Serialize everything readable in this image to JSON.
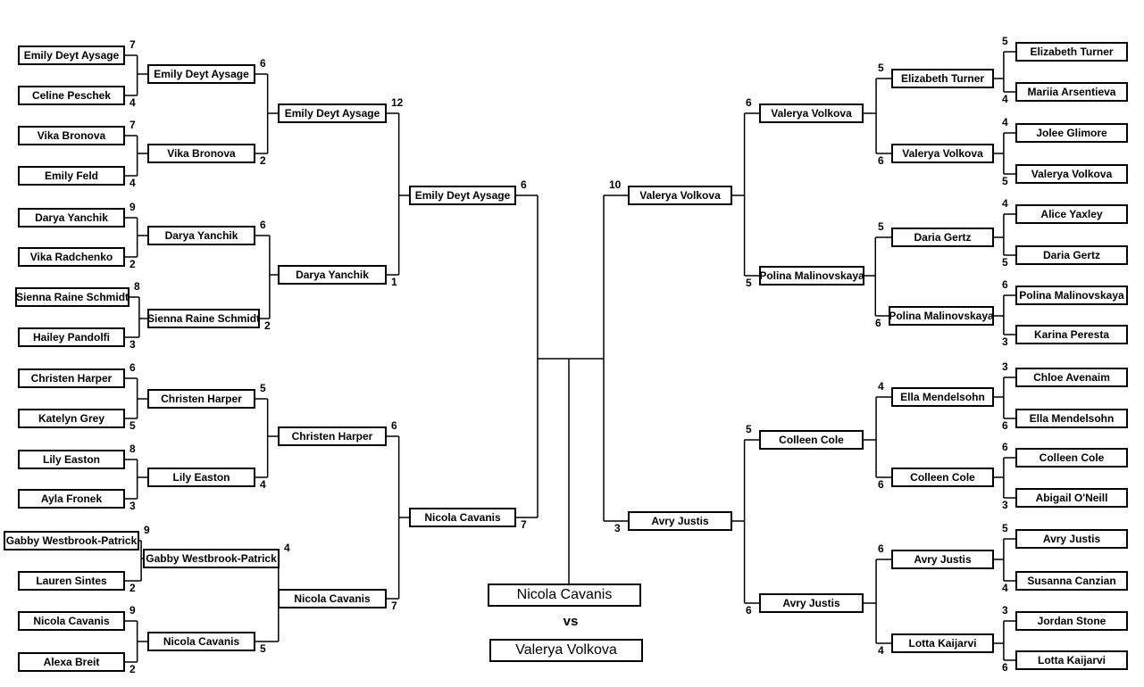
{
  "rounds": {
    "left": {
      "r1": [
        {
          "name": "Emily Deyt Aysage",
          "score": "7"
        },
        {
          "name": "Celine Peschek",
          "score": "4"
        },
        {
          "name": "Vika Bronova",
          "score": "7"
        },
        {
          "name": "Emily Feld",
          "score": "4"
        },
        {
          "name": "Darya Yanchik",
          "score": "9"
        },
        {
          "name": "Vika Radchenko",
          "score": "2"
        },
        {
          "name": "Sienna Raine Schmidt",
          "score": "8"
        },
        {
          "name": "Hailey Pandolfi",
          "score": "3"
        },
        {
          "name": "Christen Harper",
          "score": "6"
        },
        {
          "name": "Katelyn Grey",
          "score": "5"
        },
        {
          "name": "Lily Easton",
          "score": "8"
        },
        {
          "name": "Ayla Fronek",
          "score": "3"
        },
        {
          "name": "Gabby Westbrook-Patrick",
          "score": "9"
        },
        {
          "name": "Lauren Sintes",
          "score": "2"
        },
        {
          "name": "Nicola Cavanis",
          "score": "9"
        },
        {
          "name": "Alexa Breit",
          "score": "2"
        }
      ],
      "r2": [
        {
          "name": "Emily Deyt Aysage",
          "score": "6"
        },
        {
          "name": "Vika Bronova",
          "score": "2"
        },
        {
          "name": "Darya Yanchik",
          "score": "6"
        },
        {
          "name": "Sienna Raine Schmidt",
          "score": "2"
        },
        {
          "name": "Christen Harper",
          "score": "5"
        },
        {
          "name": "Lily Easton",
          "score": "4"
        },
        {
          "name": "Gabby Westbrook-Patrick",
          "score": "4"
        },
        {
          "name": "Nicola Cavanis",
          "score": "5"
        }
      ],
      "r3": [
        {
          "name": "Emily Deyt Aysage",
          "score": "12"
        },
        {
          "name": "Darya Yanchik",
          "score": "1"
        },
        {
          "name": "Christen Harper",
          "score": "6"
        },
        {
          "name": "Nicola Cavanis",
          "score": "7"
        }
      ],
      "r4": [
        {
          "name": "Emily Deyt Aysage",
          "score": "6"
        },
        {
          "name": "Nicola Cavanis",
          "score": "7"
        }
      ]
    },
    "right": {
      "r1": [
        {
          "name": "Elizabeth Turner",
          "score": "5"
        },
        {
          "name": "Mariia Arsentieva",
          "score": "4"
        },
        {
          "name": "Jolee Glimore",
          "score": "4"
        },
        {
          "name": "Valerya Volkova",
          "score": "5"
        },
        {
          "name": "Alice Yaxley",
          "score": "4"
        },
        {
          "name": "Daria Gertz",
          "score": "5"
        },
        {
          "name": "Polina Malinovskaya",
          "score": "6"
        },
        {
          "name": "Karina Peresta",
          "score": "3"
        },
        {
          "name": "Chloe Avenaim",
          "score": "3"
        },
        {
          "name": "Ella Mendelsohn",
          "score": "6"
        },
        {
          "name": "Colleen Cole",
          "score": "6"
        },
        {
          "name": "Abigail O'Neill",
          "score": "3"
        },
        {
          "name": "Avry Justis",
          "score": "5"
        },
        {
          "name": "Susanna Canzian",
          "score": "4"
        },
        {
          "name": "Jordan Stone",
          "score": "3"
        },
        {
          "name": "Lotta Kaijarvi",
          "score": "6"
        }
      ],
      "r2": [
        {
          "name": "Elizabeth Turner",
          "score": "5"
        },
        {
          "name": "Valerya Volkova",
          "score": "6"
        },
        {
          "name": "Daria Gertz",
          "score": "5"
        },
        {
          "name": "Polina Malinovskaya",
          "score": "6"
        },
        {
          "name": "Ella Mendelsohn",
          "score": "4"
        },
        {
          "name": "Colleen Cole",
          "score": "6"
        },
        {
          "name": "Avry Justis",
          "score": "6"
        },
        {
          "name": "Lotta Kaijarvi",
          "score": "4"
        }
      ],
      "r3": [
        {
          "name": "Valerya Volkova",
          "score": "6"
        },
        {
          "name": "Polina Malinovskaya",
          "score": "5"
        },
        {
          "name": "Colleen Cole",
          "score": "5"
        },
        {
          "name": "Avry Justis",
          "score": "6"
        }
      ],
      "r4": [
        {
          "name": "Valerya Volkova",
          "score": "10"
        },
        {
          "name": "Avry Justis",
          "score": "3"
        }
      ]
    }
  },
  "final": {
    "player1": "Nicola Cavanis",
    "vs_label": "vs",
    "player2": "Valerya Volkova"
  }
}
